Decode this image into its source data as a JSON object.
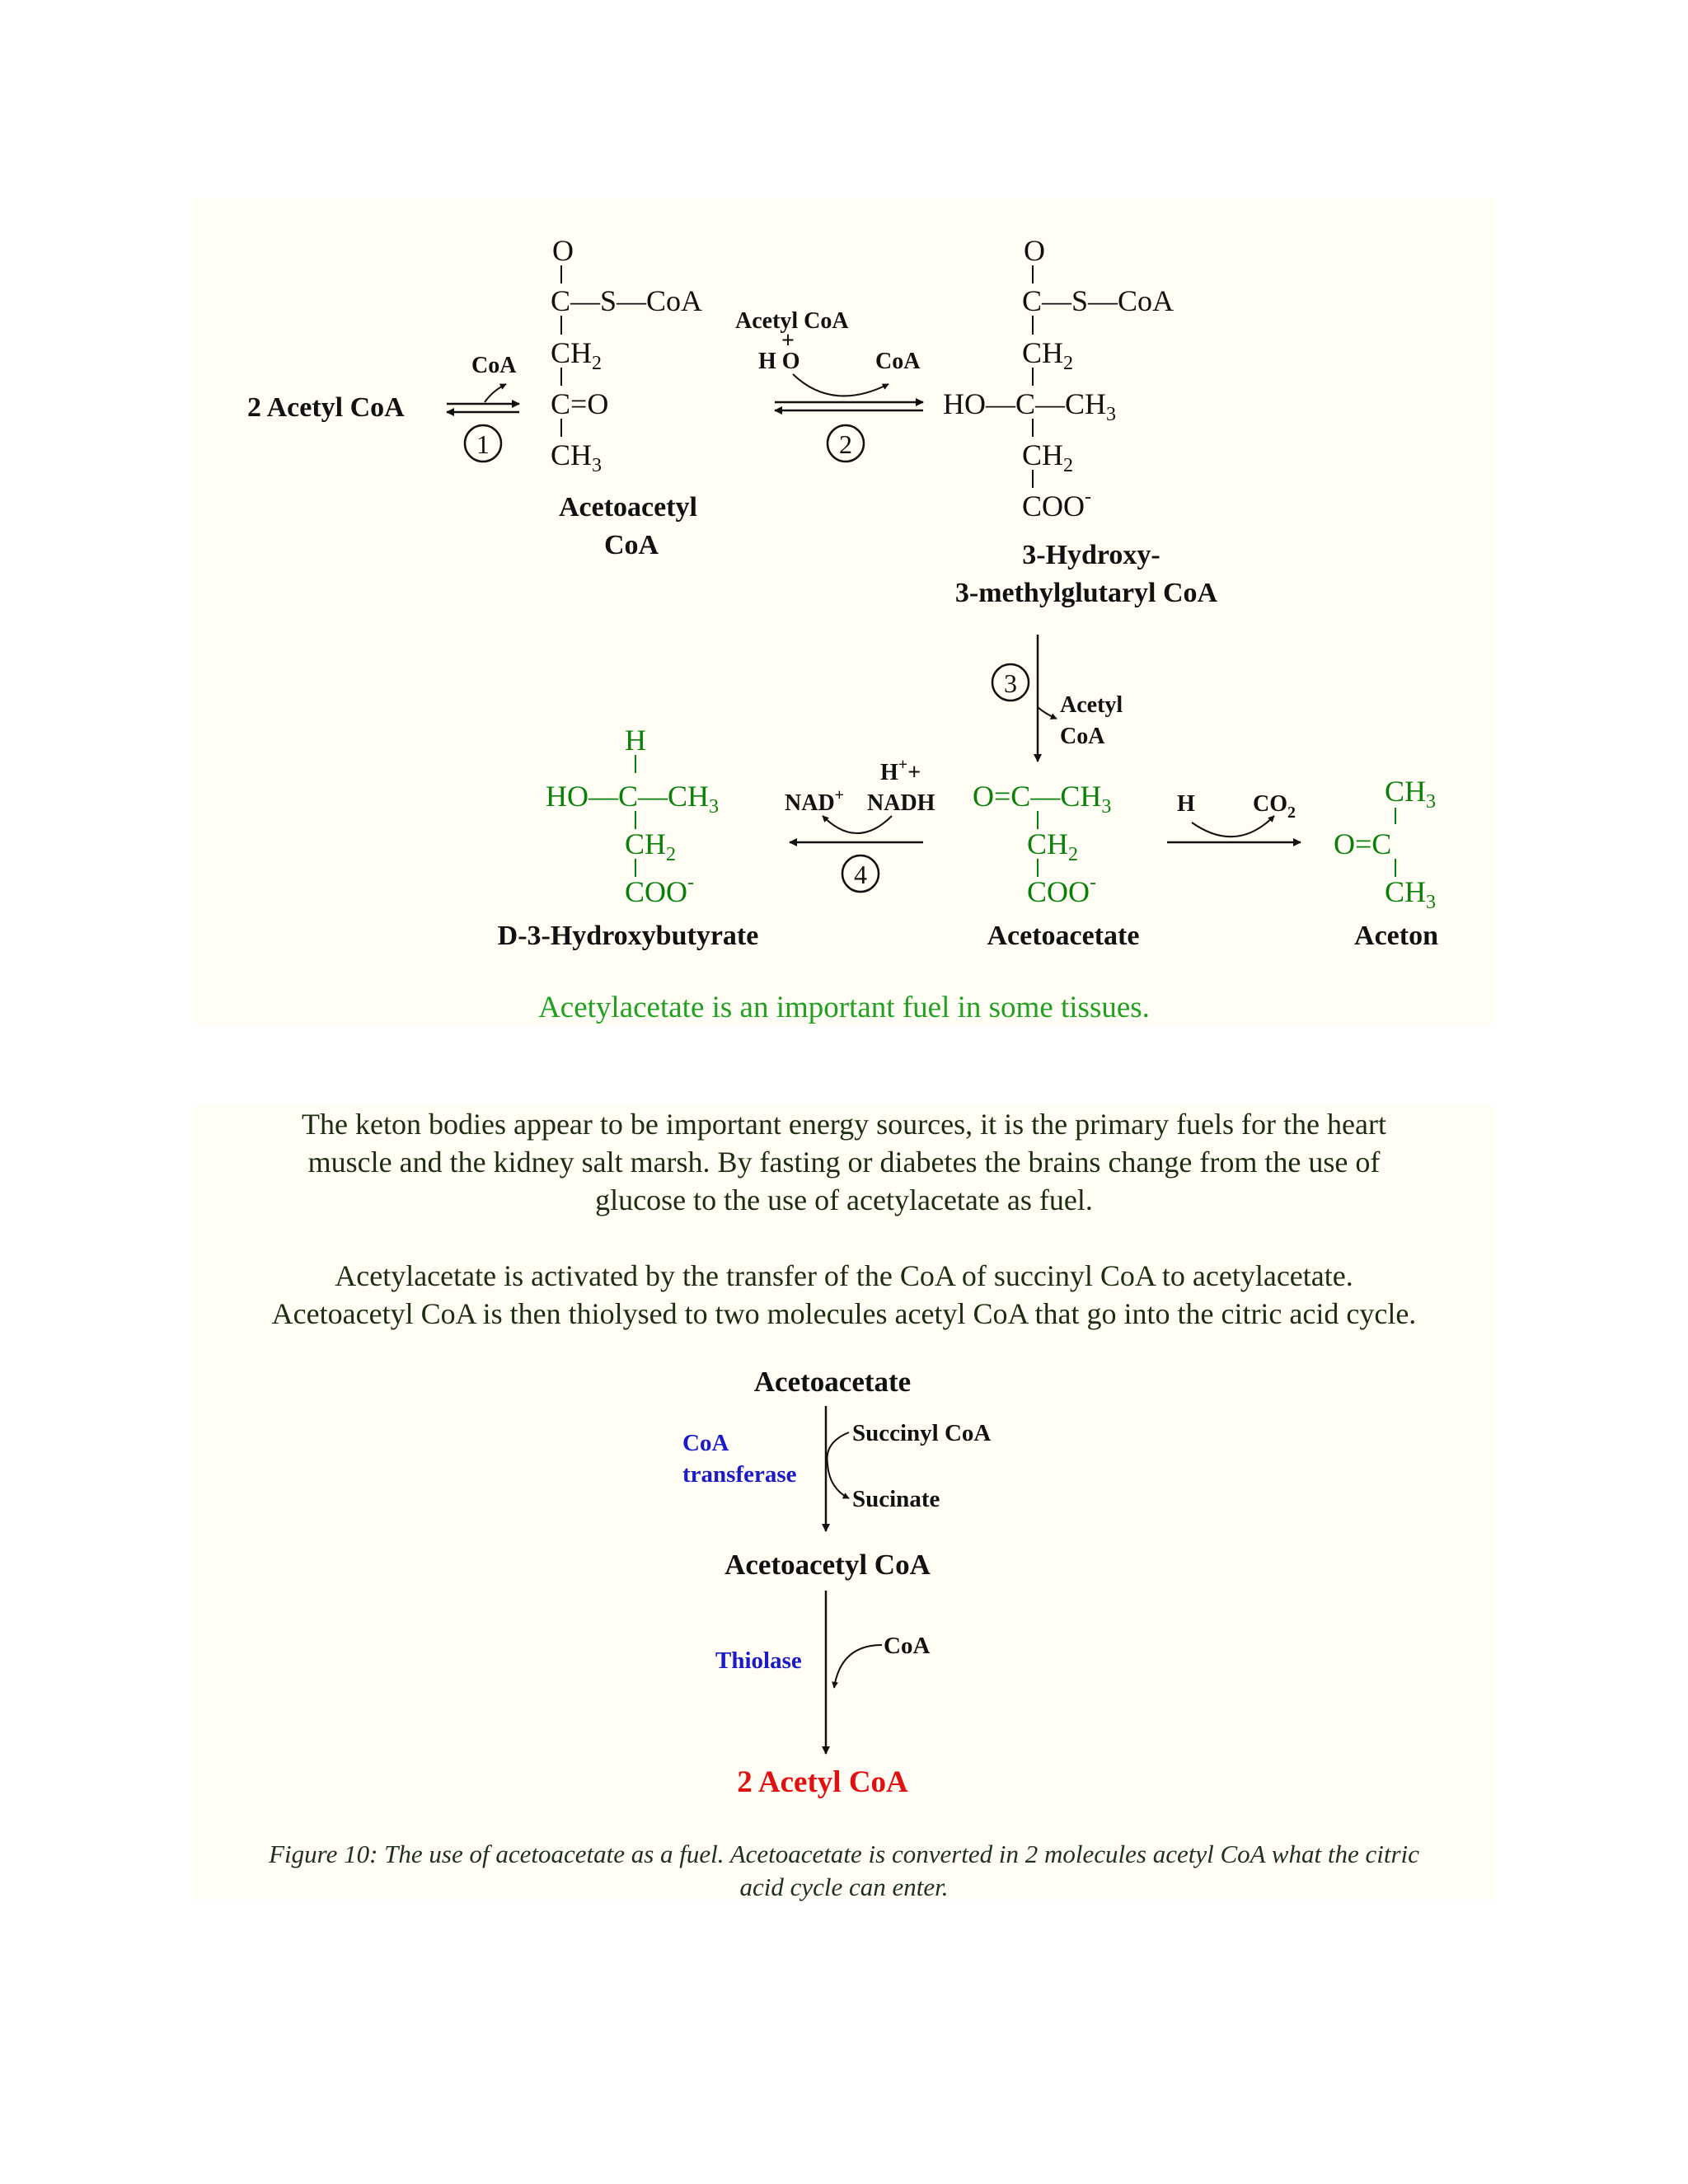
{
  "colors": {
    "panel_bg": "#fffdf4",
    "black": "#111111",
    "green": "#0a7f0a",
    "blue": "#1a1ac8",
    "red": "#e01010",
    "paragraph_text": "#1d2d10"
  },
  "pathway": {
    "acetyl2": "2 Acetyl CoA",
    "coa_label1": "CoA",
    "step1": "1",
    "step2": "2",
    "step3": "3",
    "step4": "4",
    "aac": {
      "o": "O",
      "c_s_coa": "C—S—CoA",
      "ch2": "CH",
      "c_eq_o": "C=O",
      "ch3": "CH",
      "name_line1": "Acetoacetyl",
      "name_line2": "CoA"
    },
    "step2_reagent_line1": "Acetyl CoA",
    "step2_plus": "+",
    "step2_h2o": "H O",
    "step2_coa_out": "CoA",
    "hmg": {
      "o": "O",
      "c_s_coa": "C—S—CoA",
      "ch2_top": "CH",
      "ho_c_ch3": "HO—C—CH",
      "ch2_bottom": "CH",
      "coo": "COO",
      "name_line1": "3-Hydroxy-",
      "name_line2": "3-methylglutaryl CoA"
    },
    "step3_product_line1": "Acetyl",
    "step3_product_line2": "CoA",
    "hb": {
      "h": "H",
      "ho_c_ch3": "HO—C—CH",
      "ch2": "CH",
      "coo": "COO",
      "name": "D-3-Hydroxybutyrate"
    },
    "step4_hplus": "H",
    "step4_plus": "+",
    "step4_nad": "NAD",
    "step4_nadh": "NADH",
    "aa": {
      "o_c_ch3": "O=C—CH",
      "ch2": "CH",
      "coo": "COO",
      "name": "Acetoacetate"
    },
    "h_label": "H",
    "co2_label": "CO",
    "acetone": {
      "ch3_top": "CH",
      "o_eq_c": "O=C",
      "ch3_bottom": "CH",
      "name": "Aceton"
    },
    "sub2": "2",
    "sub3": "3",
    "sup_plus": "+",
    "sup_minus": "-",
    "footnote": "Acetylacetate is an important fuel in some tissues."
  },
  "paragraph1": {
    "line1": "The keton bodies appear to be important energy sources, it is the primary fuels for the heart",
    "line2": "muscle and the kidney salt marsh. By fasting or diabetes the brains change from the use of",
    "line3": "glucose to the use of acetylacetate as fuel."
  },
  "paragraph2": {
    "line1": "Acetylacetate is activated by the transfer of the CoA of succinyl CoA to acetylacetate.",
    "line2": "Acetoacetyl CoA is then thiolysed to two molecules acetyl CoA that go into the citric acid cycle."
  },
  "figure10": {
    "acetoacetate": "Acetoacetate",
    "enzyme1_line1": "CoA",
    "enzyme1_line2": "transferase",
    "succinyl_coa": "Succinyl CoA",
    "sucinate": "Sucinate",
    "acetoacetyl_coa": "Acetoacetyl CoA",
    "enzyme2": "Thiolase",
    "coa": "CoA",
    "product": "2 Acetyl CoA"
  },
  "caption": {
    "line1": "Figure 10: The use of acetoacetate as a fuel. Acetoacetate is converted in 2 molecules acetyl CoA what the citric",
    "line2": "acid cycle can enter."
  }
}
